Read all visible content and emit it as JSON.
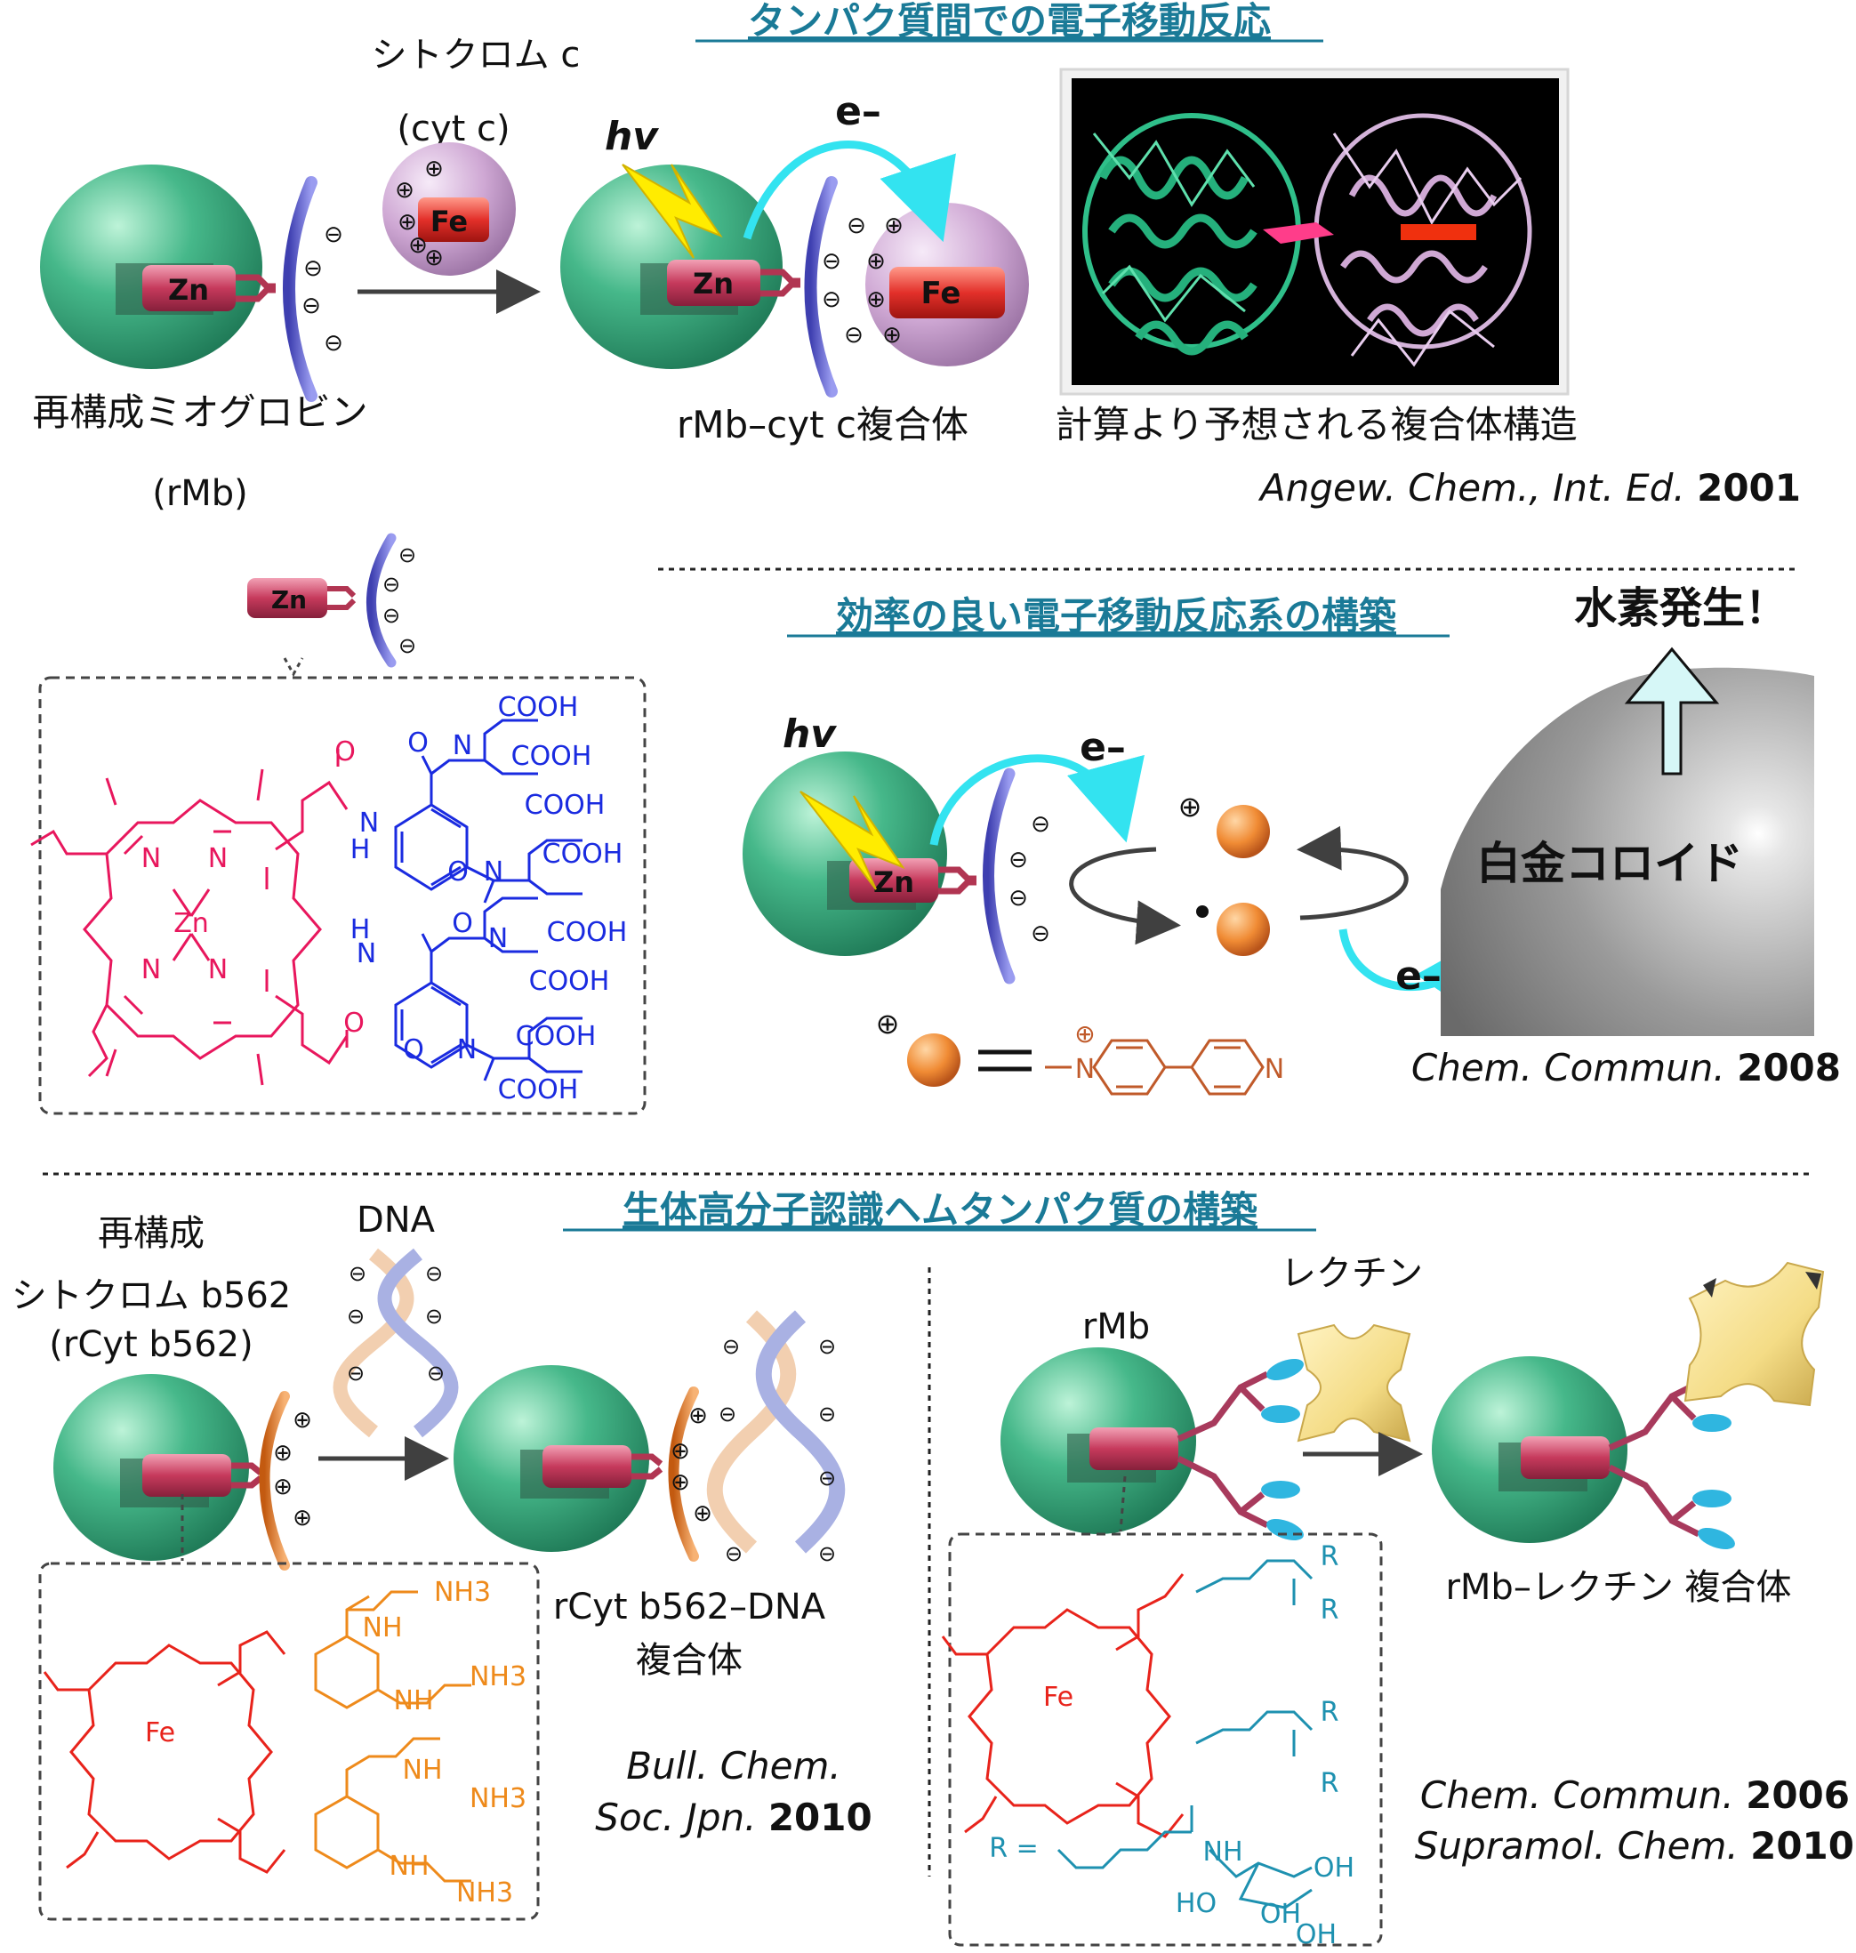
{
  "section1": {
    "title": "タンパク質間での電子移動反応",
    "cytc_name": "シトクロム c",
    "cytc_abbr": "(cyt c)",
    "rmb_name": "再構成ミオグロビン",
    "rmb_abbr": "(rMb)",
    "hv": "hv",
    "electron": "e–",
    "zn": "Zn",
    "fe": "Fe",
    "complex_label": "rMb–cyt c複合体",
    "structure_caption": "計算より予想される複合体構造",
    "reference": {
      "journal": "Angew. Chem., Int. Ed.",
      "year": "2001"
    }
  },
  "section2": {
    "title": "効率の良い電子移動反応系の構築",
    "hv": "hv",
    "electron": "e–",
    "zn": "Zn",
    "hydrogen": "水素発生！",
    "colloid": "白金コロイド",
    "reference": {
      "journal": "Chem. Commun.",
      "year": "2008"
    }
  },
  "zn_porphyrin": {
    "zn": "Zn",
    "n": "N",
    "nh": "N",
    "h": "H",
    "o": "O",
    "cooh": "COOH"
  },
  "section3": {
    "title": "生体高分子認識ヘムタンパク質の構築",
    "rcyt_line1": "再構成",
    "rcyt_line2": "シトクロム b562",
    "rcyt_line3": "(rCyt b562)",
    "dna": "DNA",
    "complex_line1": "rCyt b562–DNA",
    "complex_line2": "複合体",
    "reference_line1": "Bull. Chem.",
    "reference_line2_journal": "Soc. Jpn.",
    "reference_line2_year": "2010",
    "nh3": "NH3",
    "nh": "NH",
    "fe": "Fe"
  },
  "section4": {
    "rmb": "rMb",
    "lectin": "レクチン",
    "complex": "rMb–レクチン 複合体",
    "reference1": {
      "journal": "Chem. Commun.",
      "year": "2006"
    },
    "reference2": {
      "journal": "Supramol. Chem.",
      "year": "2010"
    },
    "r_def": "R =",
    "r": "R",
    "fe": "Fe",
    "oh": "OH",
    "ho": "HO",
    "nh": "NH"
  },
  "colors": {
    "protein_green": "#3fb587",
    "cytc_pink": "#cfa8d4",
    "heme_red": "#c83a5a",
    "fe_red": "#e3302a",
    "electron_arrow": "#33e3f0",
    "platinum_grey": "#8f8f8f",
    "title_teal": "#1a7a97",
    "colloid_blue": "#1660d8",
    "lectin_yellow": "#f4e08c",
    "sugar_blue": "#2fb6e0"
  }
}
